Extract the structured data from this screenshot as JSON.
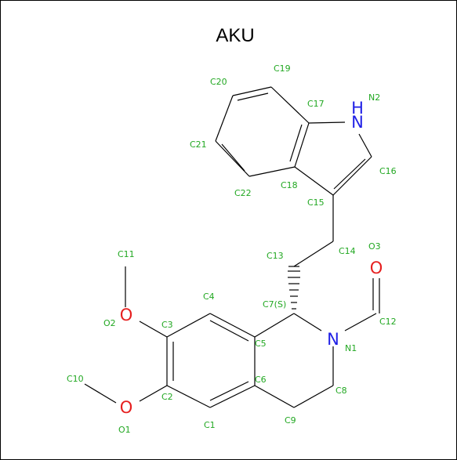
{
  "title": "AKU",
  "colors": {
    "atom_label": "#22a822",
    "nitrogen": "#1f1fe6",
    "oxygen": "#e61f1f",
    "bond": "#000000"
  },
  "atom_labels": [
    {
      "id": "C1",
      "text": "C1"
    },
    {
      "id": "C2",
      "text": "C2"
    },
    {
      "id": "C3",
      "text": "C3"
    },
    {
      "id": "C4",
      "text": "C4"
    },
    {
      "id": "C5",
      "text": "C5"
    },
    {
      "id": "C6",
      "text": "C6"
    },
    {
      "id": "C7",
      "text": "C7(S)"
    },
    {
      "id": "C8",
      "text": "C8"
    },
    {
      "id": "C9",
      "text": "C9"
    },
    {
      "id": "C10",
      "text": "C10"
    },
    {
      "id": "C11",
      "text": "C11"
    },
    {
      "id": "C12",
      "text": "C12"
    },
    {
      "id": "C13",
      "text": "C13"
    },
    {
      "id": "C14",
      "text": "C14"
    },
    {
      "id": "C15",
      "text": "C15"
    },
    {
      "id": "C16",
      "text": "C16"
    },
    {
      "id": "C17",
      "text": "C17"
    },
    {
      "id": "C18",
      "text": "C18"
    },
    {
      "id": "C19",
      "text": "C19"
    },
    {
      "id": "C20",
      "text": "C20"
    },
    {
      "id": "C21",
      "text": "C21"
    },
    {
      "id": "C22",
      "text": "C22"
    },
    {
      "id": "N1",
      "text": "N1"
    },
    {
      "id": "N2",
      "text": "N2"
    },
    {
      "id": "O1",
      "text": "O1"
    },
    {
      "id": "O2",
      "text": "O2"
    },
    {
      "id": "O3",
      "text": "O3"
    }
  ],
  "heteroatoms": [
    {
      "id": "N1",
      "symbol": "N",
      "kind": "nitrogen"
    },
    {
      "id": "N2",
      "symbol": "NH",
      "kind": "nitrogen"
    },
    {
      "id": "O1",
      "symbol": "O",
      "kind": "oxygen"
    },
    {
      "id": "O2",
      "symbol": "O",
      "kind": "oxygen"
    },
    {
      "id": "O3",
      "symbol": "O",
      "kind": "oxygen"
    }
  ]
}
